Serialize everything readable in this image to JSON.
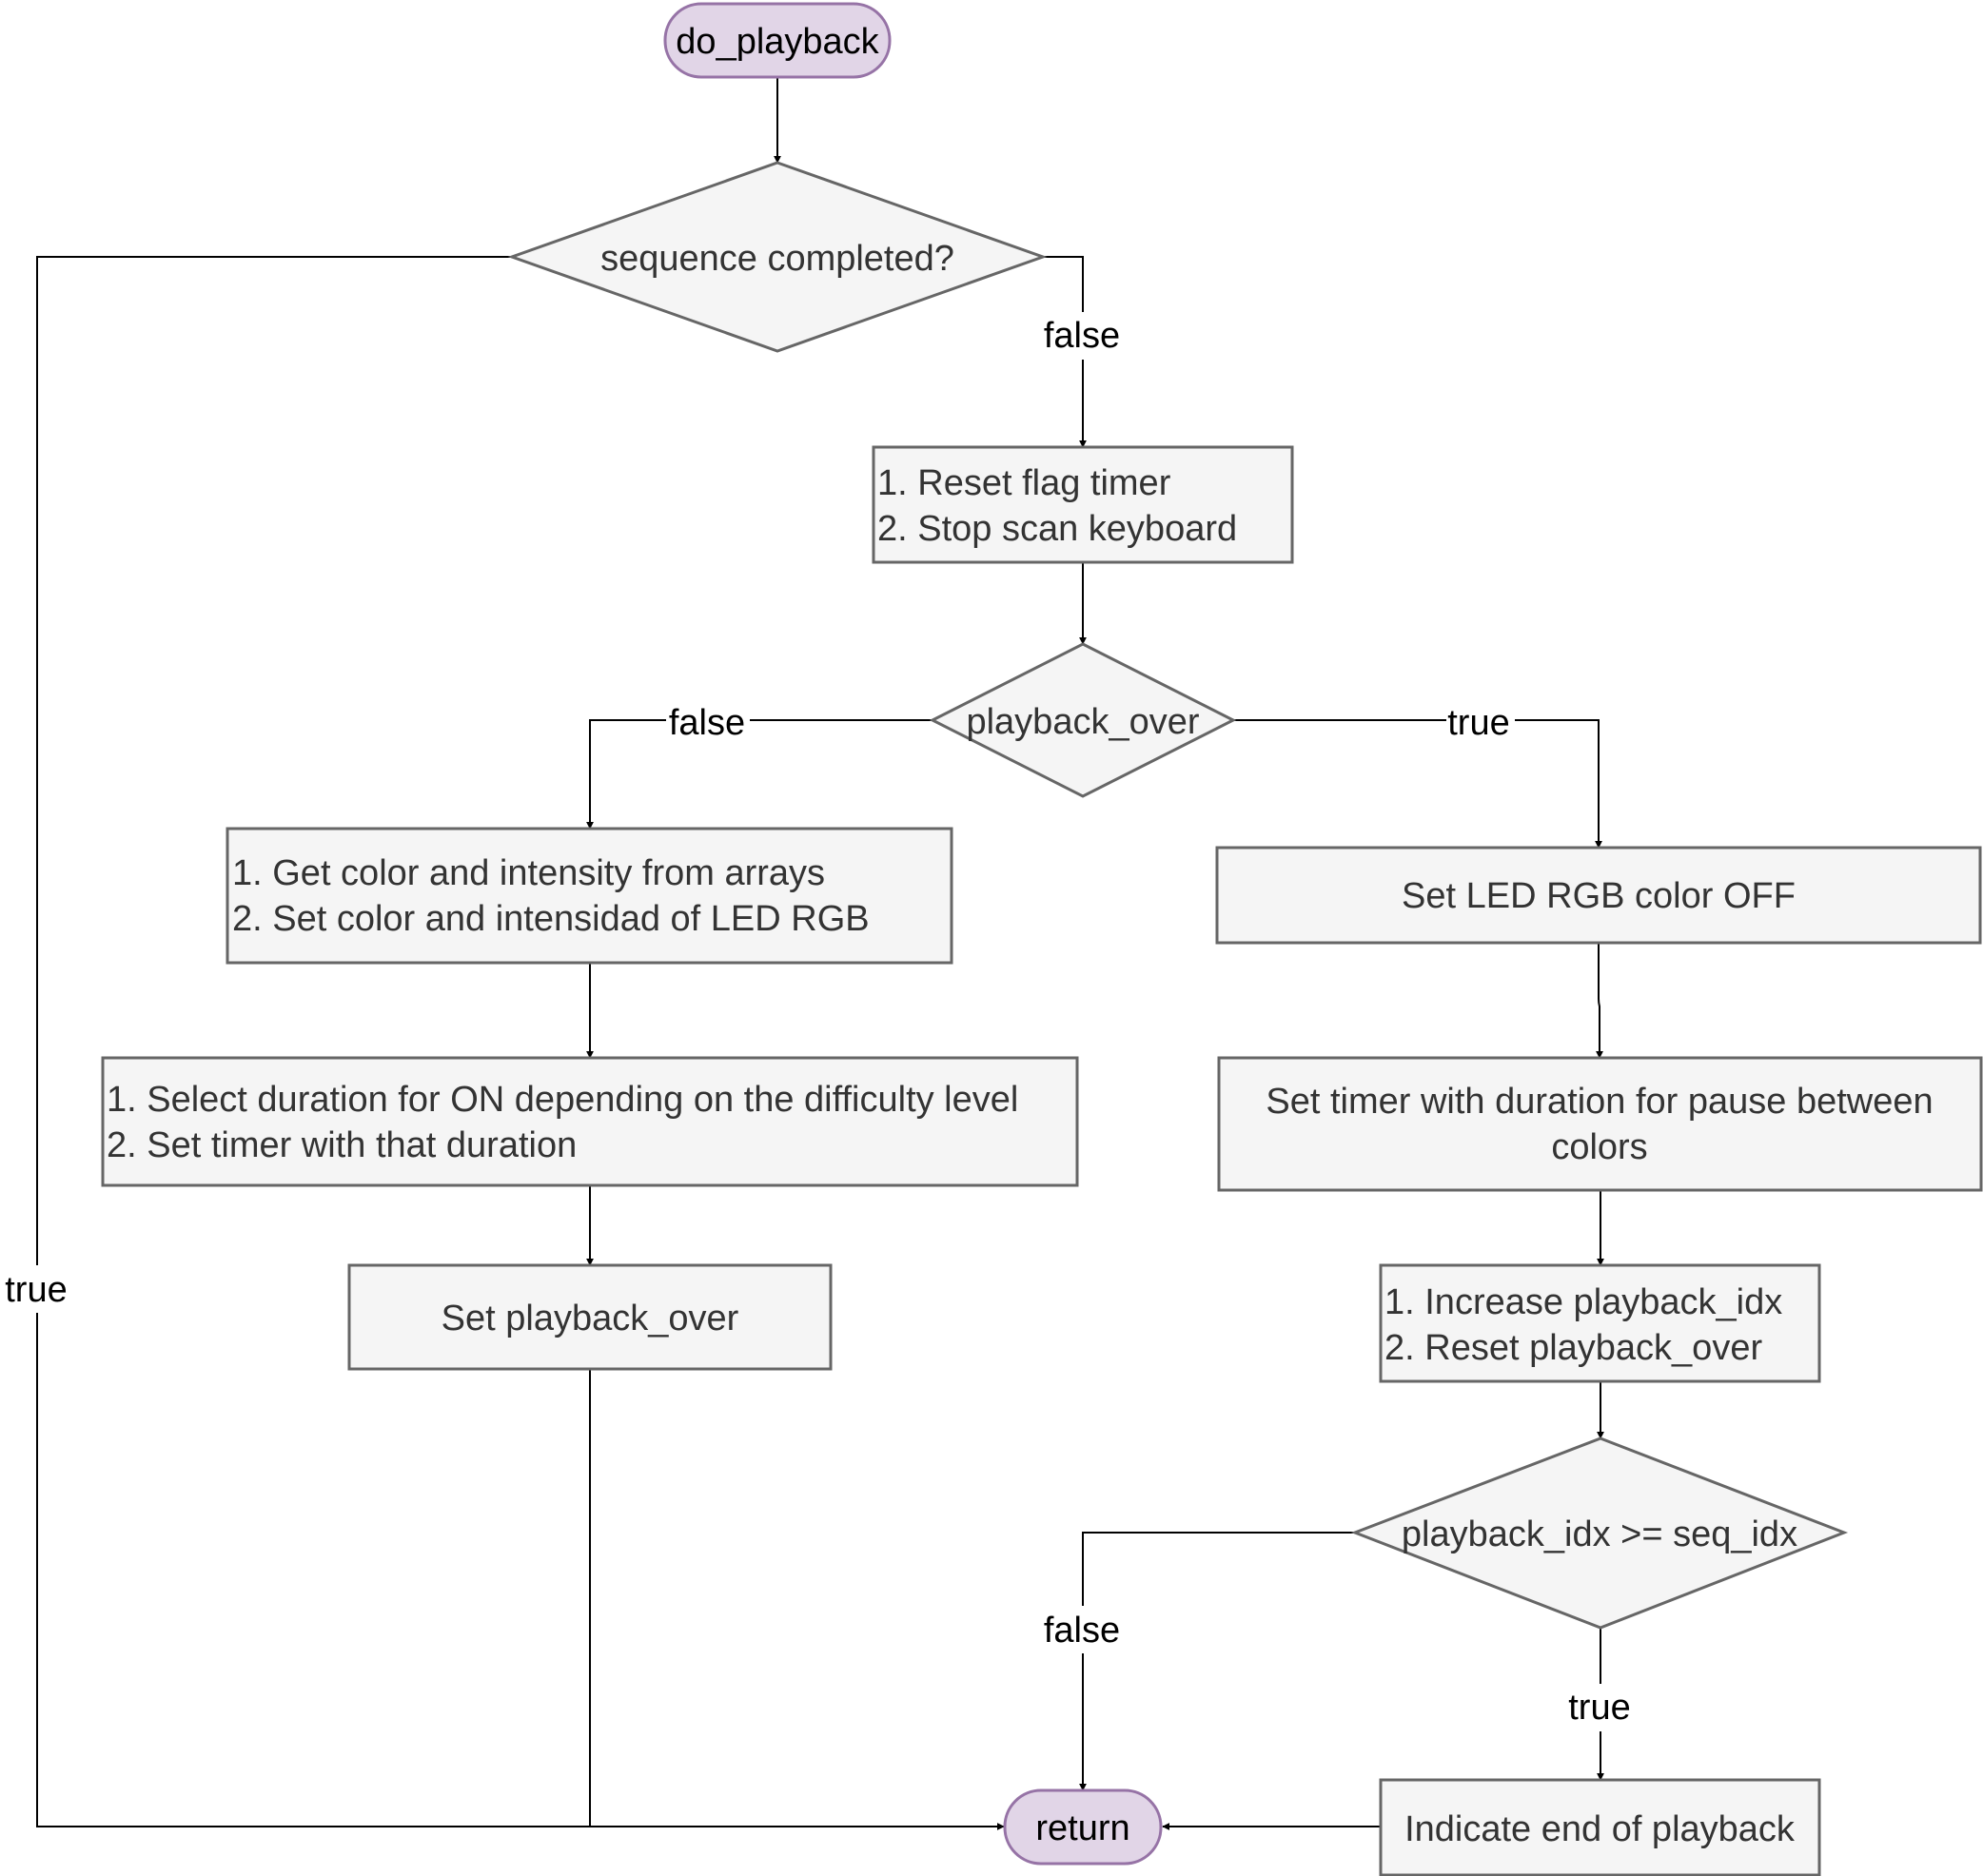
{
  "colors": {
    "terminal_fill": "#e1d5e7",
    "terminal_stroke": "#9673a6",
    "process_fill": "#f5f5f5",
    "process_stroke": "#666666",
    "edge": "#000000"
  },
  "nodes": {
    "start": {
      "label": "do_playback"
    },
    "decision_sequence": {
      "label": "sequence completed?"
    },
    "process_reset": {
      "lines": [
        "1. Reset flag timer",
        "2. Stop scan keyboard"
      ]
    },
    "decision_playback_over": {
      "label": "playback_over"
    },
    "process_get_color": {
      "lines": [
        "1. Get color and intensity from arrays",
        "2. Set color and intensidad of LED RGB"
      ]
    },
    "process_select_duration": {
      "lines": [
        "1. Select duration for ON depending on the difficulty level",
        "2. Set timer with that duration"
      ]
    },
    "process_set_playback_over": {
      "label": "Set playback_over"
    },
    "process_led_off": {
      "label": "Set LED RGB color OFF"
    },
    "process_pause_timer": {
      "lines": [
        "Set timer with duration for pause between",
        "colors"
      ]
    },
    "process_increase_idx": {
      "lines": [
        "1. Increase playback_idx",
        "2. Reset playback_over"
      ]
    },
    "decision_idx": {
      "label": "playback_idx >= seq_idx"
    },
    "process_indicate_end": {
      "label": "Indicate end of playback"
    },
    "end": {
      "label": "return"
    }
  },
  "edge_labels": {
    "sequence_false": "false",
    "sequence_true": "true",
    "playback_over_false": "false",
    "playback_over_true": "true",
    "idx_false": "false",
    "idx_true": "true"
  }
}
